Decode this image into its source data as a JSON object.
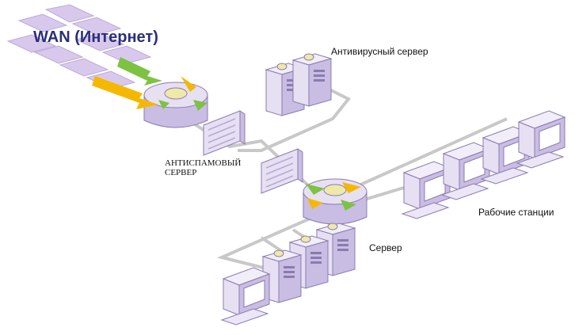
{
  "labels": {
    "wan": "WAN (Интернет)",
    "antivirus_server": "Антивирусный сервер",
    "antispam_server_line1": "АНТИСПАМОВЫЙ",
    "antispam_server_line2": "СЕРВЕР",
    "workstations": "Рабочие станции",
    "server": "Сервер"
  },
  "colors": {
    "device_fill": "#e6e0f2",
    "device_side": "#c9bde3",
    "device_stroke": "#8a7bb0",
    "wan_tile": "#d8c9ec",
    "cable": "#c8c8c8",
    "arrow_green": "#7dc242",
    "arrow_yellow": "#f5b800",
    "wan_text": "#2a2f7a"
  },
  "icons": [
    "router-icon",
    "firewall-icon",
    "server-tower-icon",
    "workstation-icon",
    "keyboard-icon",
    "arrow-icon"
  ]
}
